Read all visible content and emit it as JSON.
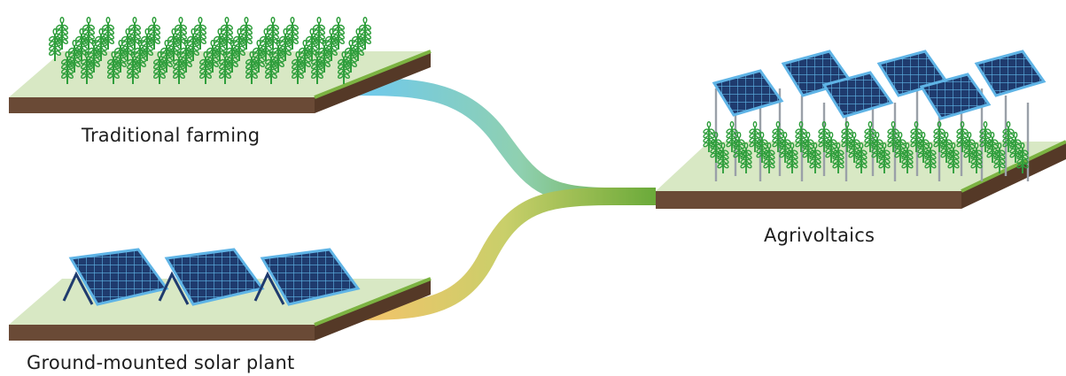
{
  "labels": {
    "traditional": "Traditional farming",
    "agrivoltaics": "Agrivoltaics",
    "ground": "Ground-mounted solar plant"
  },
  "colors": {
    "grass_top": "#d8e8c4",
    "grass_edge": "#7cb342",
    "soil": "#6a4a36",
    "panel": "#1f3b6e",
    "panel_frame": "#5fb4e6",
    "crop": "#2f9e3c",
    "pole": "#9aa0a8",
    "flow_blue": "#6ec9ef",
    "flow_yellow": "#f6c36a",
    "flow_green": "#6aaa3a"
  },
  "icons": [
    "wheat-icon",
    "solar-panel-icon"
  ]
}
